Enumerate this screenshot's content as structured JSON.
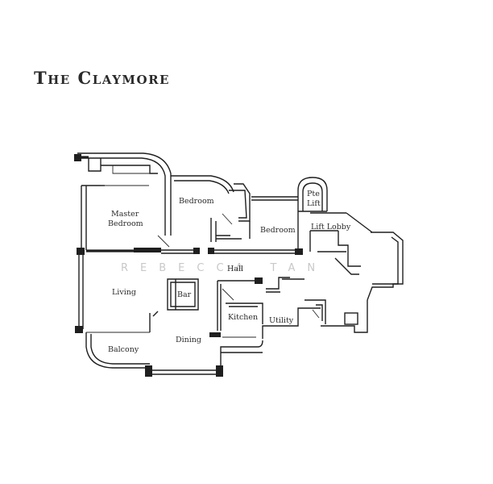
{
  "title": "The Claymore",
  "watermark": "REBECCA TAN",
  "rooms": {
    "master_bedroom_line1": "Master",
    "master_bedroom_line2": "Bedroom",
    "bedroom_1": "Bedroom",
    "bedroom_2": "Bedroom",
    "pte_lift_line1": "Pte",
    "pte_lift_line2": "Lift",
    "lift_lobby": "Lift Lobby",
    "hall": "Hall",
    "living": "Living",
    "bar": "Bar",
    "dining": "Dining",
    "kitchen": "Kitchen",
    "utility": "Utility",
    "balcony": "Balcony"
  },
  "colors": {
    "line": "#1f1f1f",
    "background": "#ffffff",
    "watermark": "#c8c8c8"
  }
}
